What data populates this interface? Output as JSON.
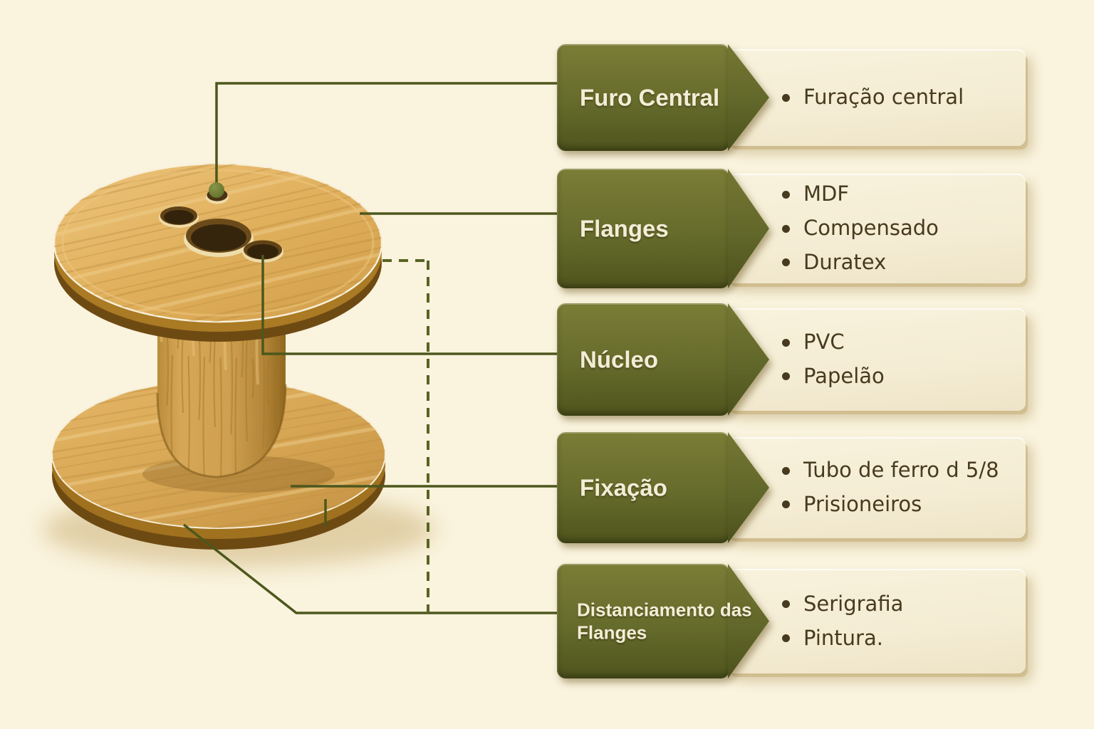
{
  "page": {
    "background": "#faf3dd"
  },
  "palette": {
    "badge_green_top": "#7b7d36",
    "badge_green_bottom": "#4f541d",
    "box_cream": "#f4ecd3",
    "badge_text": "#f3edd7",
    "detail_text": "#473a1e",
    "connector_line": "#4c571c",
    "dashed_line": "#5a6323",
    "wood_light": "#eec57c",
    "wood_mid": "#dfae5b",
    "wood_rim_dark": "#6e4a13"
  },
  "illustration": {
    "name": "wooden-cable-spool"
  },
  "diagram": {
    "callouts": [
      {
        "label": "Furo Central",
        "items": [
          "Furação central"
        ]
      },
      {
        "label": "Flanges",
        "items": [
          "MDF",
          "Compensado",
          "Duratex"
        ]
      },
      {
        "label": "Núcleo",
        "items": [
          "PVC",
          "Papelão"
        ]
      },
      {
        "label": "Fixação",
        "items": [
          "Tubo de ferro d 5/8",
          "Prisioneiros"
        ]
      },
      {
        "label": "Distanciamento das Flanges",
        "items": [
          "Serigrafia",
          "Pintura."
        ]
      }
    ]
  }
}
